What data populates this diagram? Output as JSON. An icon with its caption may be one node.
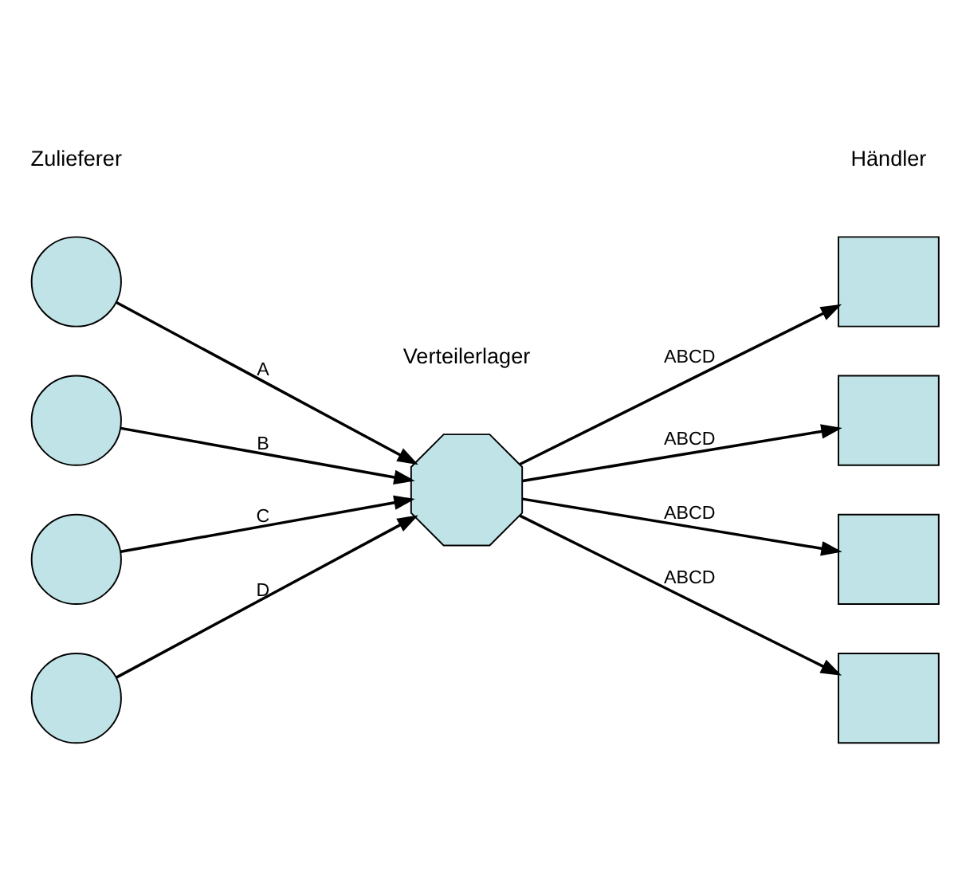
{
  "diagram": {
    "nodes": [
      {
        "text": [],
        "shape": "circle"
      },
      {
        "text": [],
        "shape": "circle"
      },
      {
        "text": [],
        "shape": "circle"
      },
      {
        "text": [],
        "shape": "circle"
      },
      {
        "text": [],
        "shape": "octagon"
      },
      {
        "text": [],
        "shape": "box"
      },
      {
        "text": [],
        "shape": "box"
      },
      {
        "text": [],
        "shape": "box"
      },
      {
        "text": [],
        "shape": "box"
      }
    ],
    "edges": [
      {
        "from": 0,
        "to": 4,
        "arrow": "to",
        "label": "A"
      },
      {
        "from": 1,
        "to": 4,
        "arrow": "to",
        "label": "B"
      },
      {
        "from": 2,
        "to": 4,
        "arrow": "to",
        "label": "C"
      },
      {
        "from": 3,
        "to": 4,
        "arrow": "to",
        "label": "D"
      },
      {
        "from": 4,
        "to": 5,
        "arrow": "to",
        "label": "ABCD"
      },
      {
        "from": 4,
        "to": 6,
        "arrow": "to",
        "label": "ABCD"
      },
      {
        "from": 4,
        "to": 7,
        "arrow": "to",
        "label": "ABCD"
      },
      {
        "from": 4,
        "to": 8,
        "arrow": "to",
        "label": "ABCD"
      }
    ],
    "labels": [
      "Zulieferer",
      "Verteilerlager",
      "Händler"
    ]
  }
}
